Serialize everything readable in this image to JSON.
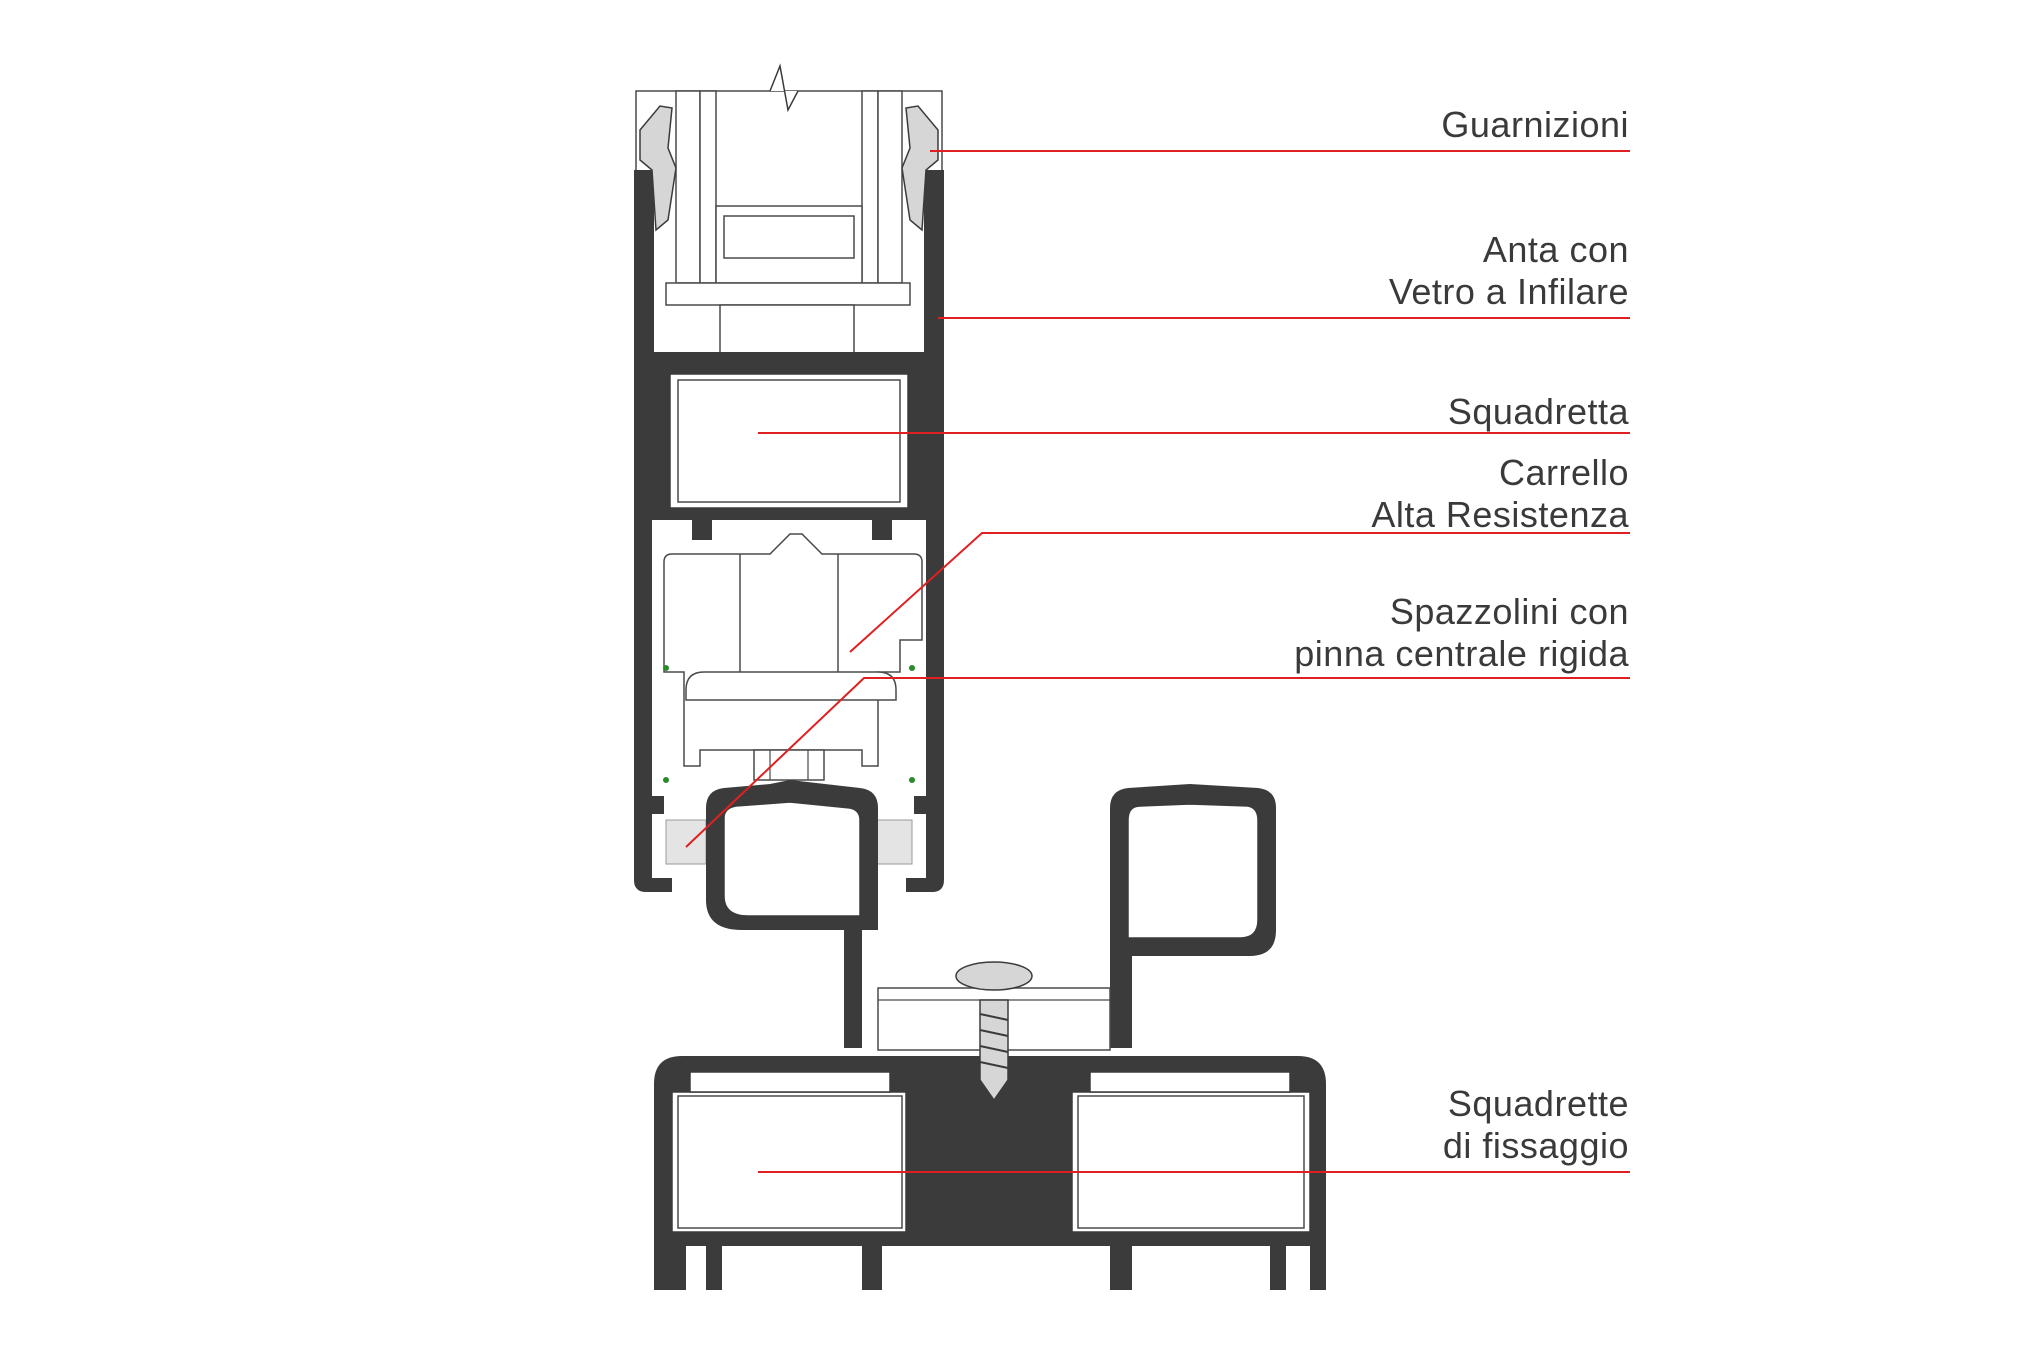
{
  "labels": {
    "guarnizioni": [
      "Guarnizioni"
    ],
    "anta": [
      "Anta con",
      "Vetro a Infilare"
    ],
    "squadretta": [
      "Squadretta"
    ],
    "carrello": [
      "Carrello",
      "Alta Resistenza"
    ],
    "spazzolini": [
      "Spazzolini con",
      "pinna centrale rigida"
    ],
    "squadrette_fissaggio": [
      "Squadrette",
      "di fissaggio"
    ]
  },
  "colors": {
    "profile": "#3b3b3b",
    "leader_line": "#e02020",
    "label_text": "#3a3a3a",
    "gasket": "#d6d6d6"
  }
}
